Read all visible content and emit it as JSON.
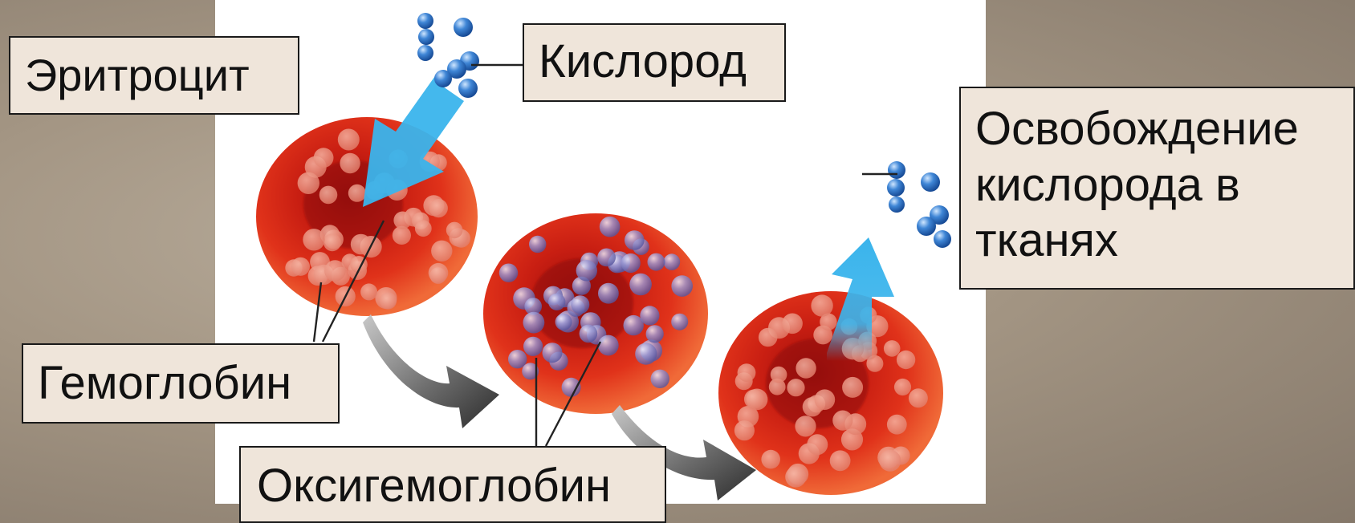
{
  "labels": {
    "erythrocyte": "Эритроцит",
    "oxygen": "Кислород",
    "oxygen_release": "Освобождение кислорода в тканях",
    "hemoglobin": "Гемоглобин",
    "oxyhemoglobin": "Оксигемоглобин"
  },
  "colors": {
    "cell_red": "#e0321a",
    "oxygen_blue": "#2f73c8",
    "arrow_cyan": "#3ab4ec",
    "label_fill": "#efe5da"
  }
}
